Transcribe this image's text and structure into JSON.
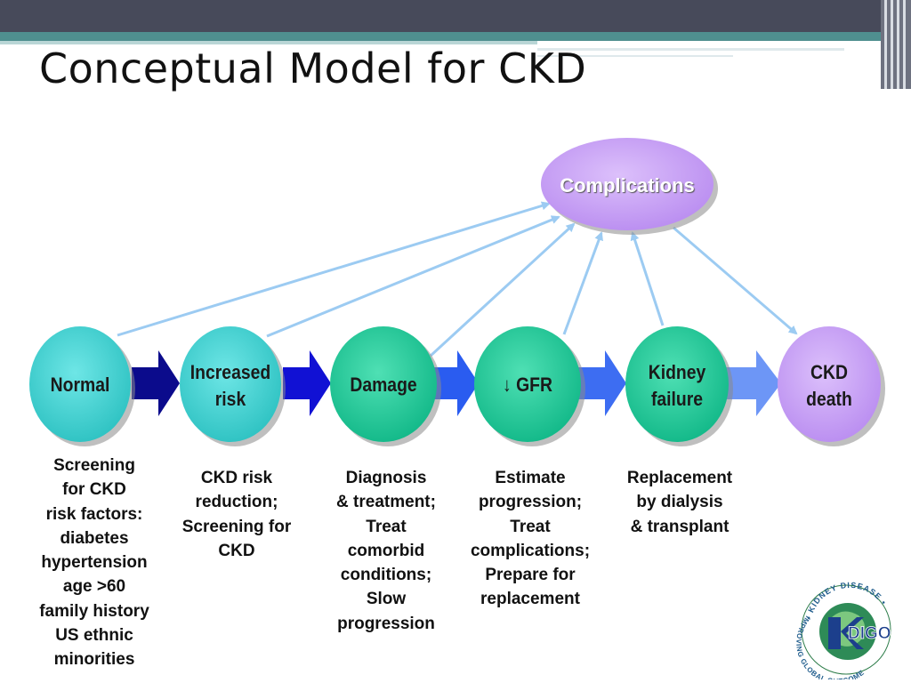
{
  "slide": {
    "title": "Conceptual Model for CKD"
  },
  "complications": {
    "label": "Complications"
  },
  "stages": [
    {
      "lines": [
        "Normal"
      ]
    },
    {
      "lines": [
        "Increased",
        "risk"
      ]
    },
    {
      "lines": [
        "Damage"
      ]
    },
    {
      "lines": [
        "↓ GFR"
      ]
    },
    {
      "lines": [
        "Kidney",
        "failure"
      ]
    },
    {
      "lines": [
        "CKD",
        "death"
      ]
    }
  ],
  "descriptions": [
    {
      "lines": [
        "Screening",
        "for CKD",
        "risk factors:",
        "diabetes",
        "hypertension",
        "age >60",
        "family history",
        "US ethnic",
        "minorities"
      ]
    },
    {
      "lines": [
        "CKD risk",
        "reduction;",
        "Screening for",
        "CKD"
      ]
    },
    {
      "lines": [
        "Diagnosis",
        "& treatment;",
        "Treat",
        "comorbid",
        "conditions;",
        "Slow",
        "progression"
      ]
    },
    {
      "lines": [
        "Estimate",
        "progression;",
        "Treat",
        "complications;",
        "Prepare for",
        "replacement"
      ]
    },
    {
      "lines": [
        "Replacement",
        "by dialysis",
        "& transplant"
      ]
    }
  ],
  "logo": {
    "top_text": "KIDNEY DISEASE",
    "left_text": "IMPROVING GLOBAL OUTCOMES",
    "brand": "KDIGO"
  },
  "colors": {
    "teal_node": "#3dcfcf",
    "green_node": "#1ec99a",
    "lavender_node": "#c9a3f5",
    "arrow_dark": "#0b0b8c",
    "arrow_light": "#5d8bf5",
    "connector": "#9ccbf2"
  }
}
